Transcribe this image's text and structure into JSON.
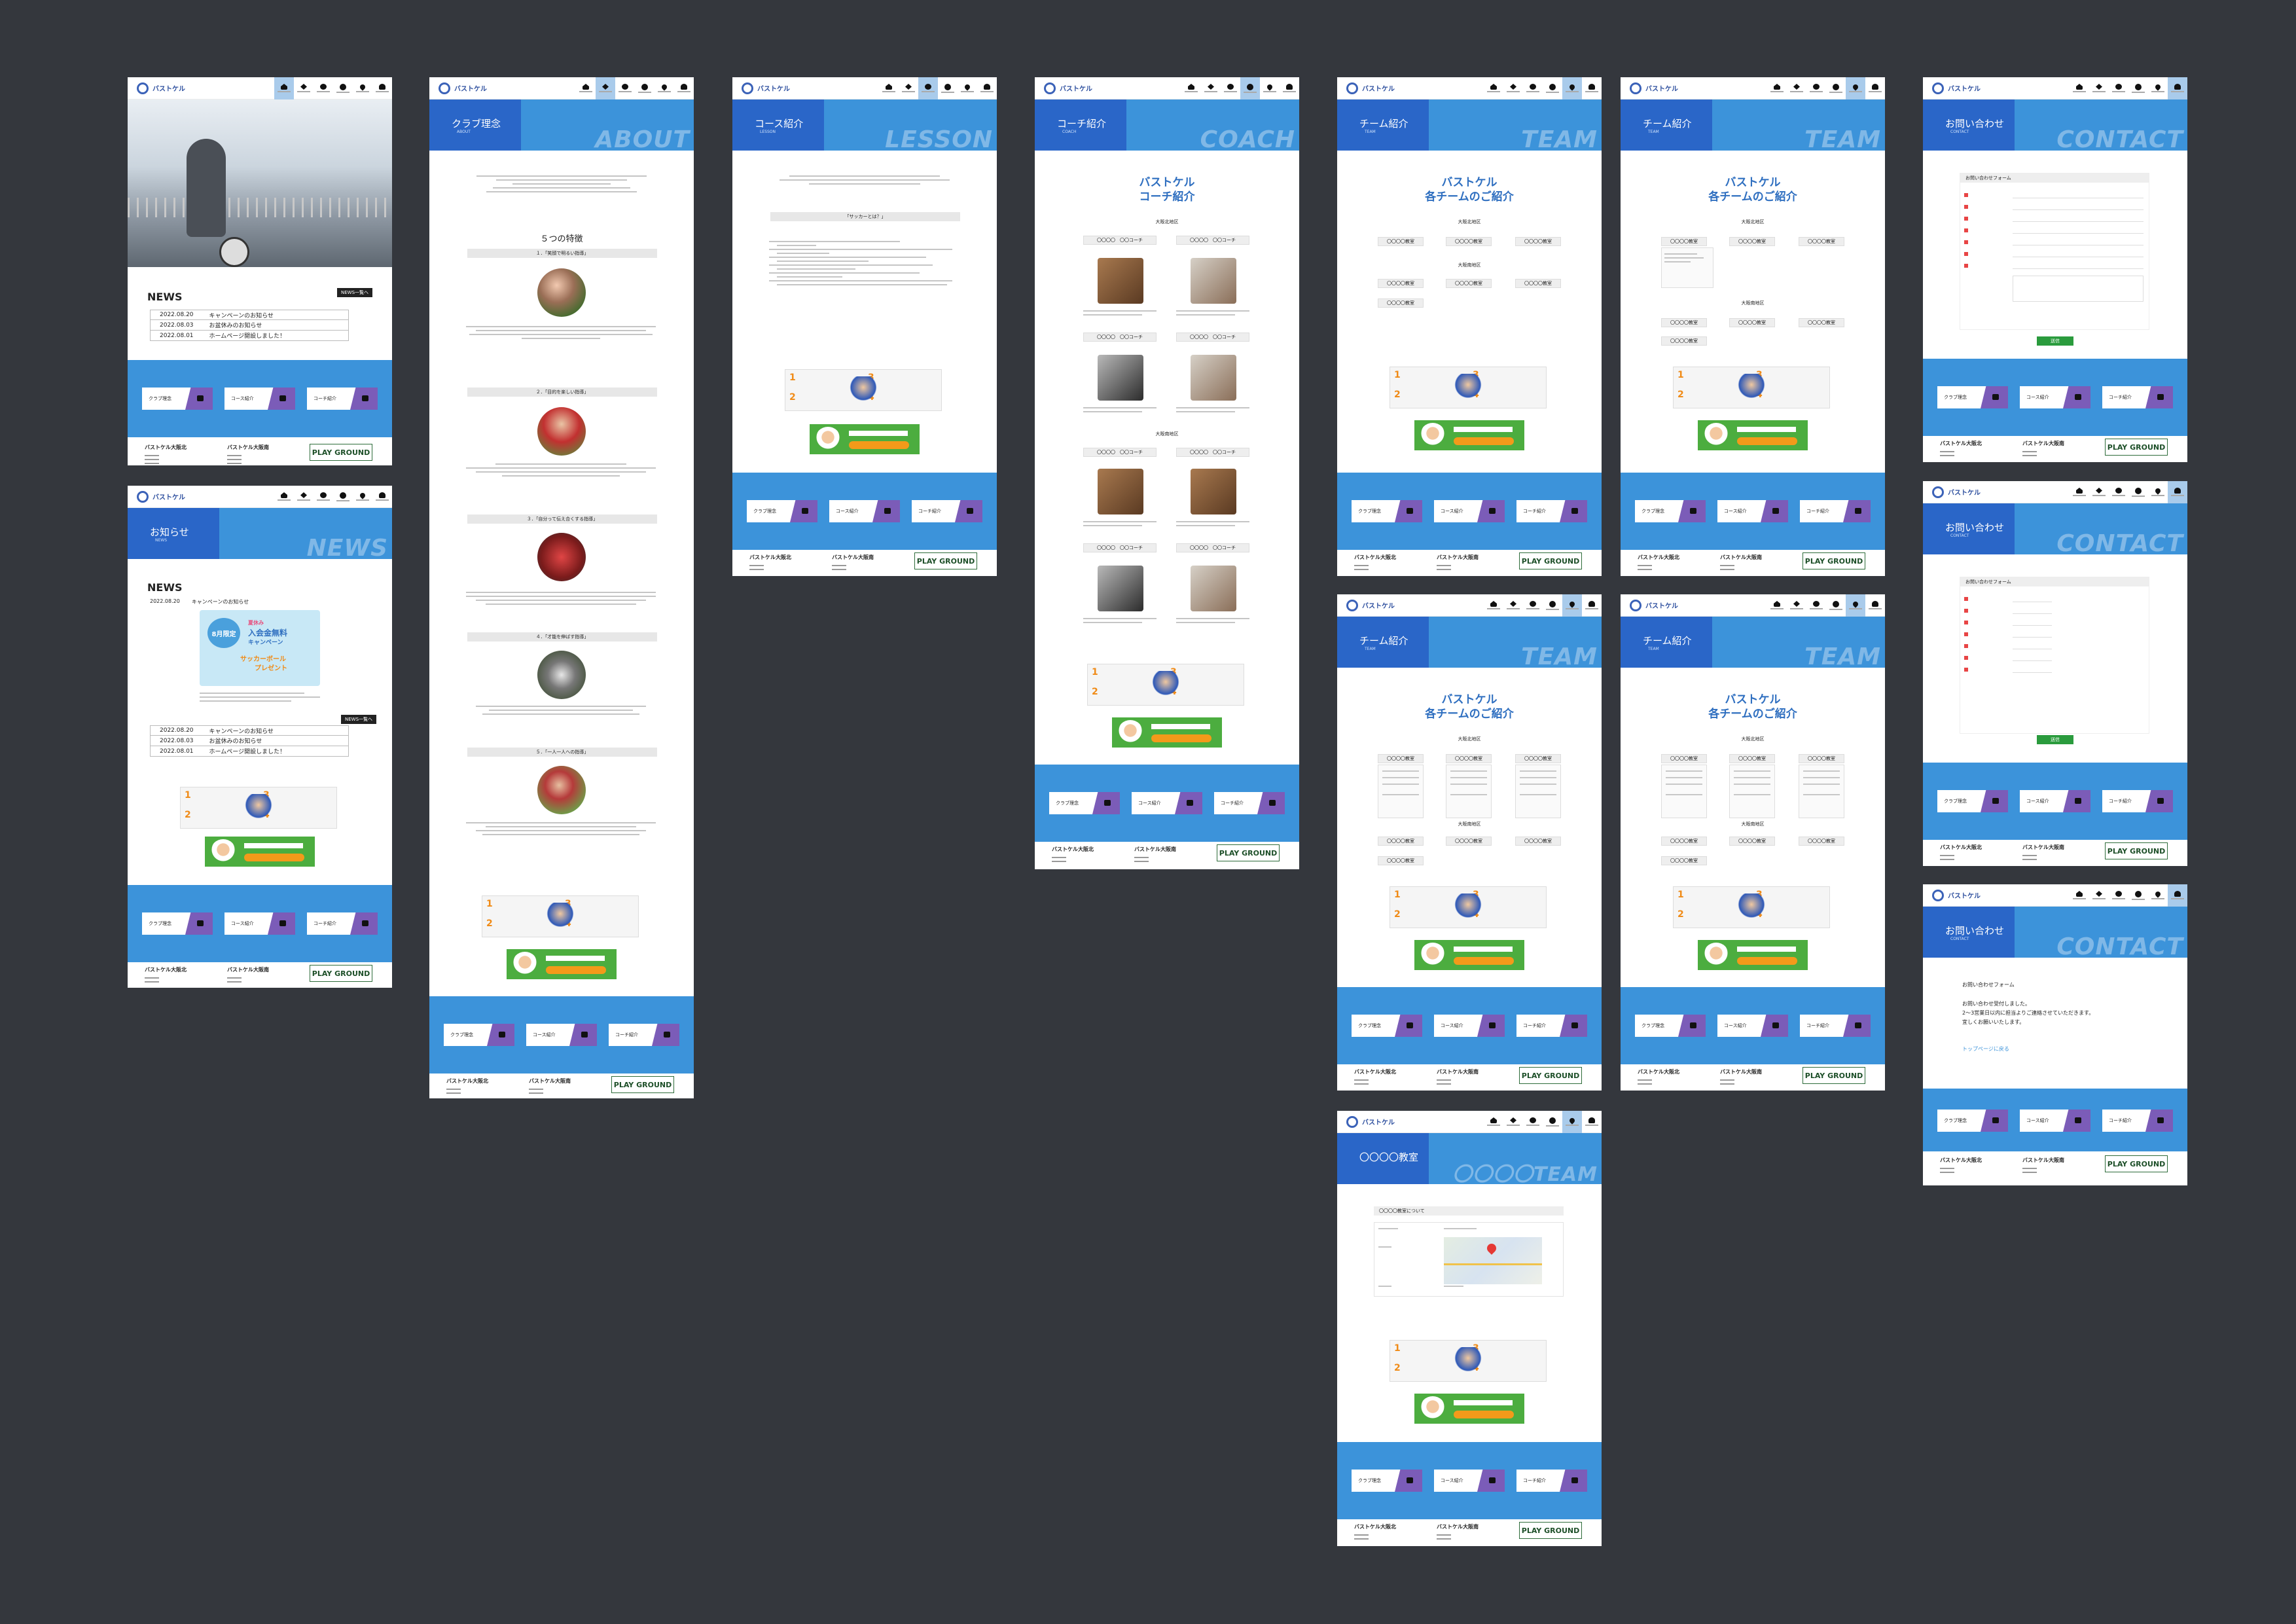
{
  "site": {
    "logo_text": "バストケル",
    "nav": [
      {
        "icon": "home-icon",
        "label": "ホーム"
      },
      {
        "icon": "diamond-icon",
        "label": "クラブ理念"
      },
      {
        "icon": "ball-icon",
        "label": "コース紹介"
      },
      {
        "icon": "face-icon",
        "label": "コーチ紹介"
      },
      {
        "icon": "pin-icon",
        "label": "チーム紹介"
      },
      {
        "icon": "person-icon",
        "label": "お問い合わせ"
      }
    ],
    "footer": {
      "col1": "バストケル大阪北",
      "col2": "バストケル大阪南",
      "logo": "PLAY GROUND"
    },
    "bottom_pills": [
      "クラブ理念",
      "コース紹介",
      "コーチ紹介"
    ]
  },
  "home": {
    "news_heading": "NEWS",
    "more_button": "NEWS一覧へ",
    "news": [
      {
        "date": "2022.08.20",
        "title": "キャンペーンのお知らせ"
      },
      {
        "date": "2022.08.03",
        "title": "お盆休みのお知らせ"
      },
      {
        "date": "2022.08.01",
        "title": "ホームページ開設しました！"
      }
    ]
  },
  "news_page": {
    "banner_title": "お知らせ",
    "banner_sub": "NEWS",
    "banner_bg": "NEWS",
    "heading": "NEWS",
    "article_date": "2022.08.20",
    "article_title": "キャンペーンのお知らせ",
    "campaign_big": "8月限定",
    "campaign_line1": "夏休み",
    "campaign_line2": "入会金無料",
    "campaign_line3": "キャンペーン",
    "campaign_line4": "サッカーボール",
    "campaign_line5": "プレゼント"
  },
  "about_page": {
    "banner_title": "クラブ理念",
    "banner_sub": "ABOUT",
    "banner_bg": "ABOUT",
    "features_title": "５つの特徴",
    "features": [
      "１．「笑顔で明るい指導」",
      "２．「目的を楽しい指導」",
      "３．「自分って伝え合くする指導」",
      "４．「才能を伸ばす指導」",
      "５．「一人一人への指導」"
    ]
  },
  "lesson_page": {
    "banner_title": "コース紹介",
    "banner_sub": "LESSON",
    "banner_bg": "LESSON",
    "section_title": "「サッカーとは？」"
  },
  "coach_page": {
    "banner_title": "コーチ紹介",
    "banner_sub": "COACH",
    "banner_bg": "COACH",
    "title_line1": "バストケル",
    "title_line2": "コーチ紹介",
    "region1": "大阪北地区",
    "region2": "大阪南地区",
    "coach_label": "〇〇〇〇　〇〇コーチ"
  },
  "team_page": {
    "banner_title": "チーム紹介",
    "banner_sub": "TEAM",
    "banner_bg": "TEAM",
    "title_line1": "バストケル",
    "title_line2": "各チームのご紹介",
    "region1": "大阪北地区",
    "region2": "大阪南地区",
    "chip": "〇〇〇〇教室"
  },
  "classroom_page": {
    "banner_title": "〇〇〇〇教室",
    "banner_bg": "〇〇〇〇TEAM",
    "about": "〇〇〇〇教室について"
  },
  "contact_page": {
    "banner_title": "お問い合わせ",
    "banner_sub": "CONTACT",
    "banner_bg": "CONTACT",
    "form_title": "お問い合わせフォーム",
    "send": "送信",
    "thanks_line1": "お問い合わせ受付しました。",
    "thanks_line2": "2～3営業日以内に担当よりご連絡させていただきます。",
    "thanks_line3": "宜しくお願いいたします。",
    "back_link": "トップページに戻る"
  },
  "colors": {
    "background": "#34373d",
    "blue": "#3c93da",
    "blue_dark": "#2a66c8",
    "purple": "#7b5cb8",
    "green": "#4cad3f",
    "orange": "#f39a1a"
  }
}
